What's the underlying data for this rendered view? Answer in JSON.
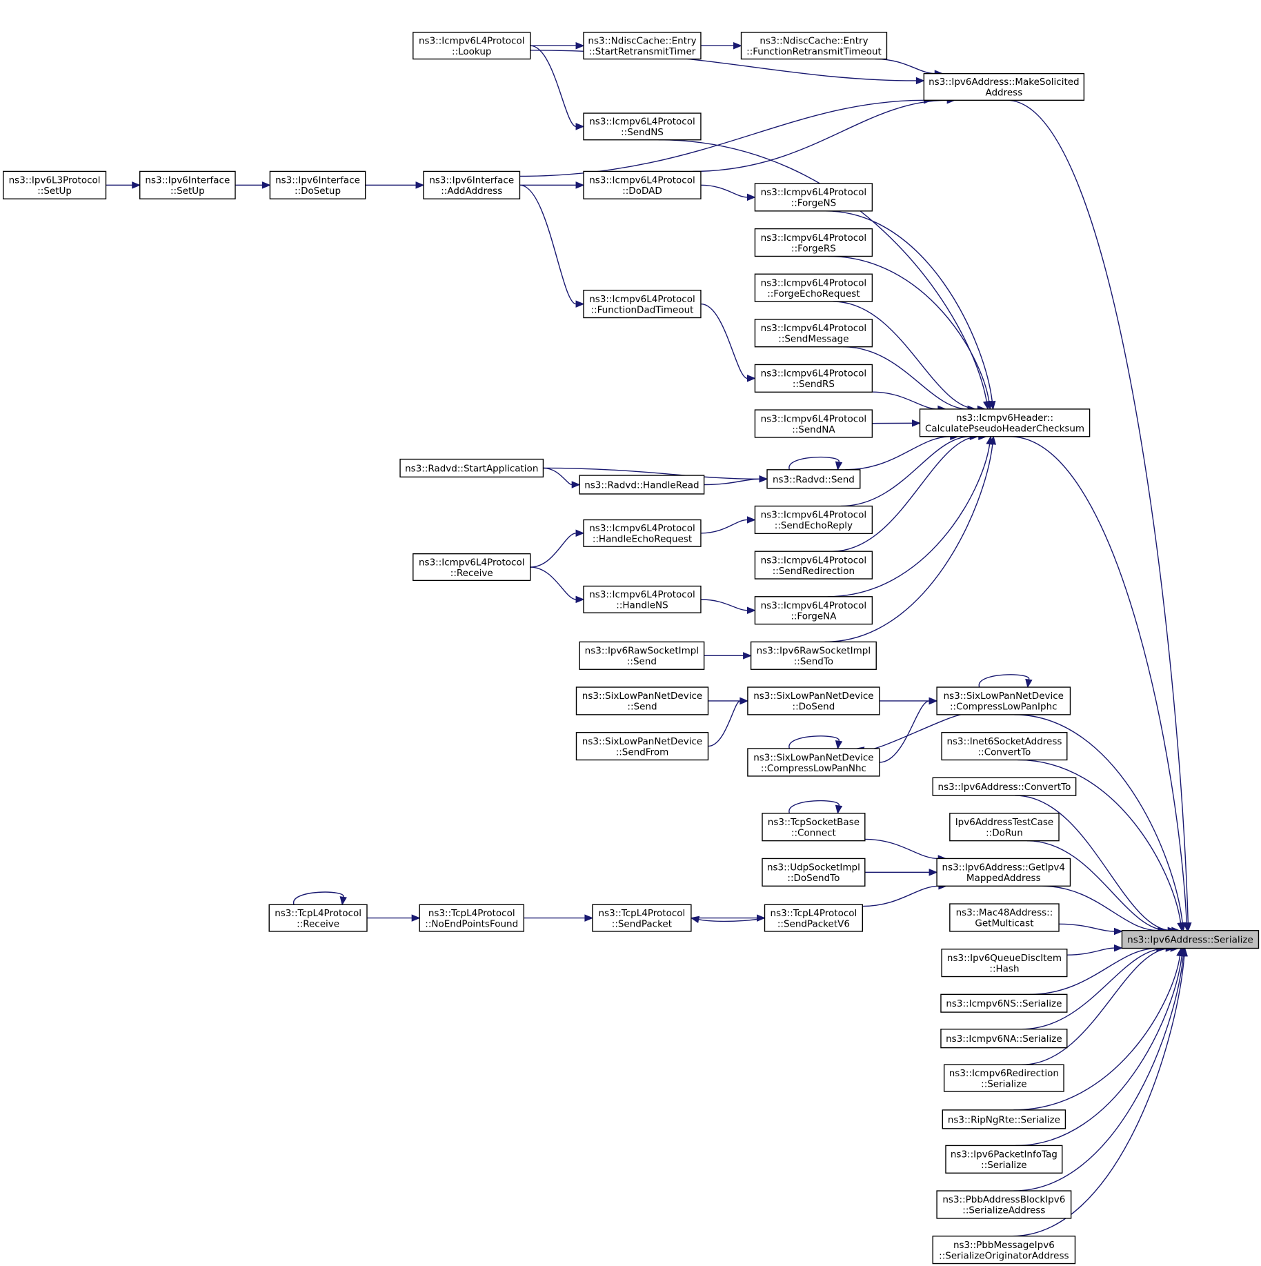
{
  "diagram": {
    "type": "caller-graph",
    "focus_node": "n_serialize",
    "edge_color": "#191970",
    "focus_fill": "#bfbfbf",
    "nodes": [
      {
        "id": "n_serialize",
        "lines": [
          "ns3::Ipv6Address::Serialize"
        ]
      },
      {
        "id": "n_makesol",
        "lines": [
          "ns3::Ipv6Address::MakeSolicited",
          "Address"
        ]
      },
      {
        "id": "n_calcpseudo",
        "lines": [
          "ns3::Icmpv6Header::",
          "CalculatePseudoHeaderChecksum"
        ]
      },
      {
        "id": "n_lookup",
        "lines": [
          "ns3::Icmpv6L4Protocol",
          "::Lookup"
        ]
      },
      {
        "id": "n_startretx",
        "lines": [
          "ns3::NdiscCache::Entry",
          "::StartRetransmitTimer"
        ]
      },
      {
        "id": "n_funcretx",
        "lines": [
          "ns3::NdiscCache::Entry",
          "::FunctionRetransmitTimeout"
        ]
      },
      {
        "id": "n_sendns",
        "lines": [
          "ns3::Icmpv6L4Protocol",
          "::SendNS"
        ]
      },
      {
        "id": "n_l3setup",
        "lines": [
          "ns3::Ipv6L3Protocol",
          "::SetUp"
        ]
      },
      {
        "id": "n_ifsetup",
        "lines": [
          "ns3::Ipv6Interface",
          "::SetUp"
        ]
      },
      {
        "id": "n_dosetup",
        "lines": [
          "ns3::Ipv6Interface",
          "::DoSetup"
        ]
      },
      {
        "id": "n_addaddr",
        "lines": [
          "ns3::Ipv6Interface",
          "::AddAddress"
        ]
      },
      {
        "id": "n_dodad",
        "lines": [
          "ns3::Icmpv6L4Protocol",
          "::DoDAD"
        ]
      },
      {
        "id": "n_forgens",
        "lines": [
          "ns3::Icmpv6L4Protocol",
          "::ForgeNS"
        ]
      },
      {
        "id": "n_forgers",
        "lines": [
          "ns3::Icmpv6L4Protocol",
          "::ForgeRS"
        ]
      },
      {
        "id": "n_forgeecho",
        "lines": [
          "ns3::Icmpv6L4Protocol",
          "::ForgeEchoRequest"
        ]
      },
      {
        "id": "n_funcdad",
        "lines": [
          "ns3::Icmpv6L4Protocol",
          "::FunctionDadTimeout"
        ]
      },
      {
        "id": "n_sendmsg",
        "lines": [
          "ns3::Icmpv6L4Protocol",
          "::SendMessage"
        ]
      },
      {
        "id": "n_sendrs",
        "lines": [
          "ns3::Icmpv6L4Protocol",
          "::SendRS"
        ]
      },
      {
        "id": "n_sendna",
        "lines": [
          "ns3::Icmpv6L4Protocol",
          "::SendNA"
        ]
      },
      {
        "id": "n_radvdstart",
        "lines": [
          "ns3::Radvd::StartApplication"
        ]
      },
      {
        "id": "n_radvdsend",
        "lines": [
          "ns3::Radvd::Send"
        ]
      },
      {
        "id": "n_radvdread",
        "lines": [
          "ns3::Radvd::HandleRead"
        ]
      },
      {
        "id": "n_handleecho",
        "lines": [
          "ns3::Icmpv6L4Protocol",
          "::HandleEchoRequest"
        ]
      },
      {
        "id": "n_sendechoreply",
        "lines": [
          "ns3::Icmpv6L4Protocol",
          "::SendEchoReply"
        ]
      },
      {
        "id": "n_icmpreceive",
        "lines": [
          "ns3::Icmpv6L4Protocol",
          "::Receive"
        ]
      },
      {
        "id": "n_sendredir",
        "lines": [
          "ns3::Icmpv6L4Protocol",
          "::SendRedirection"
        ]
      },
      {
        "id": "n_handlens",
        "lines": [
          "ns3::Icmpv6L4Protocol",
          "::HandleNS"
        ]
      },
      {
        "id": "n_forgena",
        "lines": [
          "ns3::Icmpv6L4Protocol",
          "::ForgeNA"
        ]
      },
      {
        "id": "n_rawsend",
        "lines": [
          "ns3::Ipv6RawSocketImpl",
          "::Send"
        ]
      },
      {
        "id": "n_rawsendto",
        "lines": [
          "ns3::Ipv6RawSocketImpl",
          "::SendTo"
        ]
      },
      {
        "id": "n_slsend",
        "lines": [
          "ns3::SixLowPanNetDevice",
          "::Send"
        ]
      },
      {
        "id": "n_sldosend",
        "lines": [
          "ns3::SixLowPanNetDevice",
          "::DoSend"
        ]
      },
      {
        "id": "n_slcompiphc",
        "lines": [
          "ns3::SixLowPanNetDevice",
          "::CompressLowPanIphc"
        ]
      },
      {
        "id": "n_slsendfrom",
        "lines": [
          "ns3::SixLowPanNetDevice",
          "::SendFrom"
        ]
      },
      {
        "id": "n_slcompnhc",
        "lines": [
          "ns3::SixLowPanNetDevice",
          "::CompressLowPanNhc"
        ]
      },
      {
        "id": "n_inet6conv",
        "lines": [
          "ns3::Inet6SocketAddress",
          "::ConvertTo"
        ]
      },
      {
        "id": "n_ipv6conv",
        "lines": [
          "ns3::Ipv6Address::ConvertTo"
        ]
      },
      {
        "id": "n_tcpconnect",
        "lines": [
          "ns3::TcpSocketBase",
          "::Connect"
        ]
      },
      {
        "id": "n_testdorun",
        "lines": [
          "Ipv6AddressTestCase",
          "::DoRun"
        ]
      },
      {
        "id": "n_getipv4",
        "lines": [
          "ns3::Ipv6Address::GetIpv4",
          "MappedAddress"
        ]
      },
      {
        "id": "n_udpdosend",
        "lines": [
          "ns3::UdpSocketImpl",
          "::DoSendTo"
        ]
      },
      {
        "id": "n_tcprecv",
        "lines": [
          "ns3::TcpL4Protocol",
          "::Receive"
        ]
      },
      {
        "id": "n_tcpnoend",
        "lines": [
          "ns3::TcpL4Protocol",
          "::NoEndPointsFound"
        ]
      },
      {
        "id": "n_tcpsendpkt",
        "lines": [
          "ns3::TcpL4Protocol",
          "::SendPacket"
        ]
      },
      {
        "id": "n_tcpsendv6",
        "lines": [
          "ns3::TcpL4Protocol",
          "::SendPacketV6"
        ]
      },
      {
        "id": "n_mac48",
        "lines": [
          "ns3::Mac48Address::",
          "GetMulticast"
        ]
      },
      {
        "id": "n_queuehash",
        "lines": [
          "ns3::Ipv6QueueDiscItem",
          "::Hash"
        ]
      },
      {
        "id": "n_nsser",
        "lines": [
          "ns3::Icmpv6NS::Serialize"
        ]
      },
      {
        "id": "n_naser",
        "lines": [
          "ns3::Icmpv6NA::Serialize"
        ]
      },
      {
        "id": "n_redirser",
        "lines": [
          "ns3::Icmpv6Redirection",
          "::Serialize"
        ]
      },
      {
        "id": "n_ripser",
        "lines": [
          "ns3::RipNgRte::Serialize"
        ]
      },
      {
        "id": "n_pktinfo",
        "lines": [
          "ns3::Ipv6PacketInfoTag",
          "::Serialize"
        ]
      },
      {
        "id": "n_pbbaddr",
        "lines": [
          "ns3::PbbAddressBlockIpv6",
          "::SerializeAddress"
        ]
      },
      {
        "id": "n_pbbmsg",
        "lines": [
          "ns3::PbbMessageIpv6",
          "::SerializeOriginatorAddress"
        ]
      }
    ],
    "edges": [
      [
        "n_makesol",
        "n_serialize"
      ],
      [
        "n_calcpseudo",
        "n_serialize"
      ],
      [
        "n_slcompiphc",
        "n_serialize"
      ],
      [
        "n_inet6conv",
        "n_serialize"
      ],
      [
        "n_ipv6conv",
        "n_serialize"
      ],
      [
        "n_testdorun",
        "n_serialize"
      ],
      [
        "n_getipv4",
        "n_serialize"
      ],
      [
        "n_mac48",
        "n_serialize"
      ],
      [
        "n_queuehash",
        "n_serialize"
      ],
      [
        "n_nsser",
        "n_serialize"
      ],
      [
        "n_naser",
        "n_serialize"
      ],
      [
        "n_redirser",
        "n_serialize"
      ],
      [
        "n_ripser",
        "n_serialize"
      ],
      [
        "n_pktinfo",
        "n_serialize"
      ],
      [
        "n_pbbaddr",
        "n_serialize"
      ],
      [
        "n_pbbmsg",
        "n_serialize"
      ],
      [
        "n_lookup",
        "n_makesol"
      ],
      [
        "n_funcretx",
        "n_makesol"
      ],
      [
        "n_addaddr",
        "n_makesol"
      ],
      [
        "n_dodad",
        "n_makesol"
      ],
      [
        "n_lookup",
        "n_startretx"
      ],
      [
        "n_startretx",
        "n_funcretx"
      ],
      [
        "n_lookup",
        "n_sendns"
      ],
      [
        "n_l3setup",
        "n_ifsetup"
      ],
      [
        "n_ifsetup",
        "n_dosetup"
      ],
      [
        "n_dosetup",
        "n_addaddr"
      ],
      [
        "n_addaddr",
        "n_dodad"
      ],
      [
        "n_addaddr",
        "n_funcdad"
      ],
      [
        "n_dodad",
        "n_forgens"
      ],
      [
        "n_funcdad",
        "n_sendrs"
      ],
      [
        "n_sendns",
        "n_calcpseudo"
      ],
      [
        "n_forgens",
        "n_calcpseudo"
      ],
      [
        "n_forgers",
        "n_calcpseudo"
      ],
      [
        "n_forgeecho",
        "n_calcpseudo"
      ],
      [
        "n_sendmsg",
        "n_calcpseudo"
      ],
      [
        "n_sendrs",
        "n_calcpseudo"
      ],
      [
        "n_sendna",
        "n_calcpseudo"
      ],
      [
        "n_radvdsend",
        "n_calcpseudo"
      ],
      [
        "n_sendechoreply",
        "n_calcpseudo"
      ],
      [
        "n_sendredir",
        "n_calcpseudo"
      ],
      [
        "n_forgena",
        "n_calcpseudo"
      ],
      [
        "n_rawsendto",
        "n_calcpseudo"
      ],
      [
        "n_radvdsend",
        "n_radvdsend"
      ],
      [
        "n_radvdstart",
        "n_radvdsend"
      ],
      [
        "n_radvdstart",
        "n_radvdread"
      ],
      [
        "n_radvdread",
        "n_radvdsend"
      ],
      [
        "n_icmpreceive",
        "n_handleecho"
      ],
      [
        "n_handleecho",
        "n_sendechoreply"
      ],
      [
        "n_icmpreceive",
        "n_handlens"
      ],
      [
        "n_handlens",
        "n_forgena"
      ],
      [
        "n_rawsend",
        "n_rawsendto"
      ],
      [
        "n_slsend",
        "n_sldosend"
      ],
      [
        "n_slsendfrom",
        "n_sldosend"
      ],
      [
        "n_sldosend",
        "n_slcompiphc"
      ],
      [
        "n_slcompiphc",
        "n_slcompiphc"
      ],
      [
        "n_slcompiphc",
        "n_slcompnhc"
      ],
      [
        "n_slcompnhc",
        "n_slcompiphc"
      ],
      [
        "n_slcompnhc",
        "n_slcompnhc"
      ],
      [
        "n_tcpconnect",
        "n_tcpconnect"
      ],
      [
        "n_tcpconnect",
        "n_getipv4"
      ],
      [
        "n_udpdosend",
        "n_getipv4"
      ],
      [
        "n_tcpsendv6",
        "n_getipv4"
      ],
      [
        "n_tcprecv",
        "n_tcprecv"
      ],
      [
        "n_tcprecv",
        "n_tcpnoend"
      ],
      [
        "n_tcpnoend",
        "n_tcpsendpkt"
      ],
      [
        "n_tcpsendpkt",
        "n_tcpsendv6"
      ],
      [
        "n_tcpsendv6",
        "n_tcpsendpkt"
      ]
    ]
  }
}
